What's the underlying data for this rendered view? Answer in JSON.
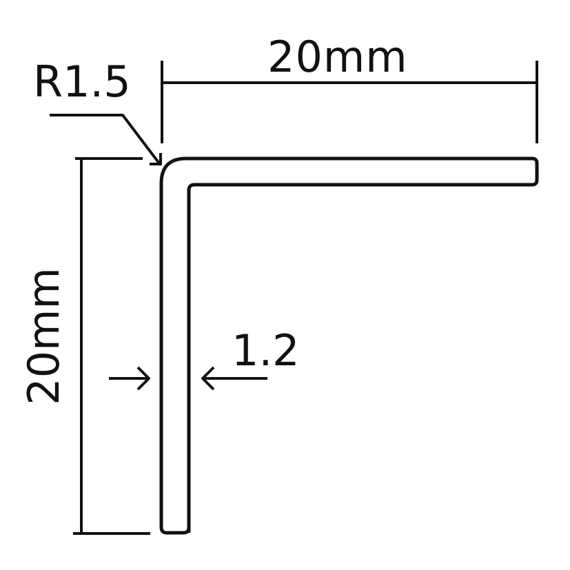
{
  "diagram": {
    "type": "technical-drawing",
    "subject": "L-shaped angle profile cross-section",
    "colors": {
      "stroke": "#111111",
      "background": "#ffffff"
    },
    "dimensions": {
      "horizontal_leg_length": {
        "label": "20mm",
        "value": 20,
        "unit": "mm"
      },
      "vertical_leg_length": {
        "label": "20mm",
        "value": 20,
        "unit": "mm"
      },
      "corner_radius": {
        "label": "R1.5",
        "value": 1.5,
        "unit": "mm"
      },
      "wall_thickness": {
        "label": "1.2",
        "value": 1.2,
        "unit": "mm"
      }
    }
  }
}
